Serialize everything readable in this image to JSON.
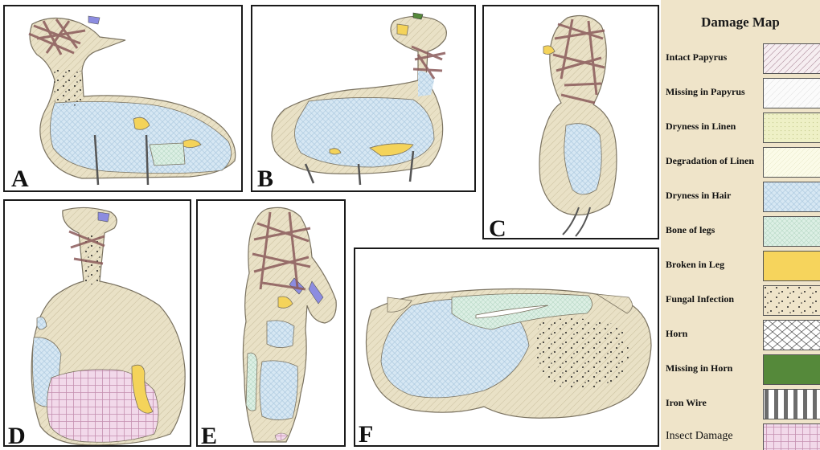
{
  "panels": [
    {
      "label": "A"
    },
    {
      "label": "B"
    },
    {
      "label": "C"
    },
    {
      "label": "D"
    },
    {
      "label": "E"
    },
    {
      "label": "F"
    }
  ],
  "legend": {
    "title": "Damage Map",
    "items": [
      {
        "label": "Intact Papyrus",
        "pattern": "intact-papyrus",
        "color": "#f4ecef"
      },
      {
        "label": "Missing in Papyrus",
        "pattern": "missing-papyrus",
        "color": "#fbfbfb"
      },
      {
        "label": "Dryness in Linen",
        "pattern": "dryness-linen",
        "color": "#eef0c8"
      },
      {
        "label": "Degradation of Linen",
        "pattern": "degradation-linen",
        "color": "#fafbe8"
      },
      {
        "label": "Dryness in Hair",
        "pattern": "dryness-hair",
        "color": "#dbeaf4"
      },
      {
        "label": "Bone of legs",
        "pattern": "bone-legs",
        "color": "#e6f1ea"
      },
      {
        "label": "Broken in Leg",
        "pattern": "broken-leg",
        "color": "#f6d45c"
      },
      {
        "label": "Fungal Infection",
        "pattern": "fungal",
        "color": "#ffffff"
      },
      {
        "label": "Horn",
        "pattern": "horn",
        "color": "#eeeeee"
      },
      {
        "label": "Missing in Horn",
        "pattern": "missing-horn",
        "color": "#55893a"
      },
      {
        "label": "Iron Wire",
        "pattern": "iron-wire",
        "color": "#777777"
      },
      {
        "label": "Insect Damage",
        "pattern": "insect",
        "color": "#f2dcec"
      }
    ]
  }
}
